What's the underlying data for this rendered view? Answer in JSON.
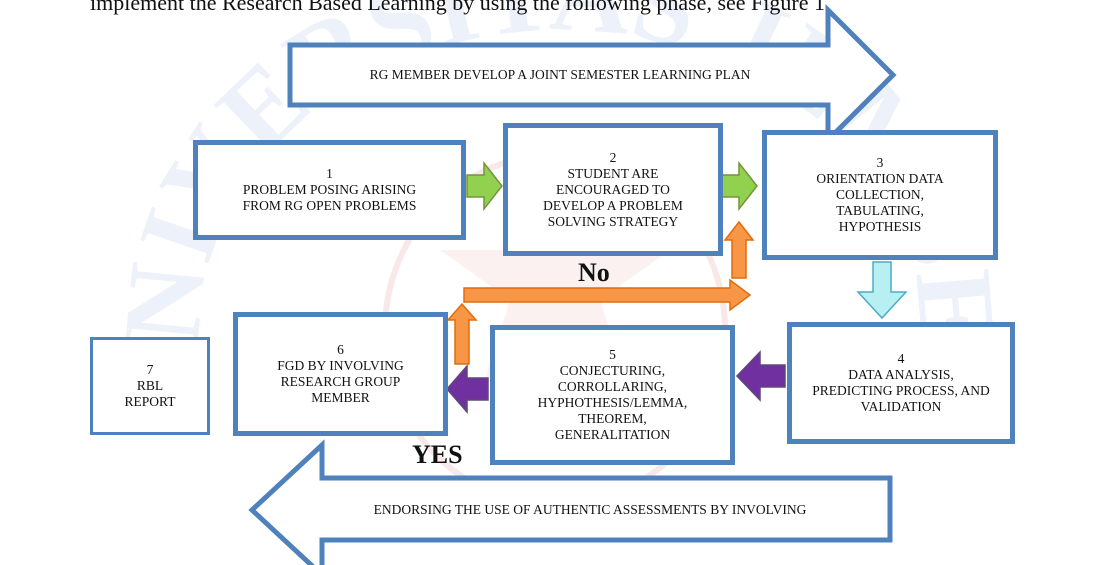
{
  "intro_text": "implement the Research Based Learning by using the following phase, see Figure 1.",
  "watermark": {
    "text": "UNIVERSITAS JEMBER",
    "color": "#c9d3ec"
  },
  "colors": {
    "box_border": "#4f81bd",
    "green_arrow": "#92d050",
    "orange_arrow": "#e36c09",
    "cyan_arrow": "#b7eff3",
    "purple_arrow": "#7030a0",
    "banner_border": "#4f81bd"
  },
  "top_banner": {
    "label": "RG MEMBER DEVELOP A JOINT SEMESTER LEARNING PLAN"
  },
  "bottom_banner": {
    "label": "ENDORSING THE USE OF AUTHENTIC ASSESSMENTS BY INVOLVING"
  },
  "steps": [
    {
      "number": "1",
      "label": "PROBLEM POSING ARISING FROM  RG OPEN PROBLEMS"
    },
    {
      "number": "2",
      "label": "STUDENT ARE ENCOURAGED TO DEVELOP A PROBLEM SOLVING STRATEGY"
    },
    {
      "number": "3",
      "label": "ORIENTATION DATA COLLECTION, TABULATING, HYPOTHESIS"
    },
    {
      "number": "4",
      "label": "DATA ANALYSIS, PREDICTING PROCESS, AND VALIDATION"
    },
    {
      "number": "5",
      "label": "CONJECTURING, CORROLLARING, HYPHOTHESIS/LEMMA, THEOREM, GENERALITATION"
    },
    {
      "number": "6",
      "label": "FGD BY INVOLVING RESEARCH GROUP MEMBER"
    },
    {
      "number": "7",
      "label": "RBL REPORT"
    }
  ],
  "decisions": {
    "no_label": "No",
    "yes_label": "YES"
  }
}
